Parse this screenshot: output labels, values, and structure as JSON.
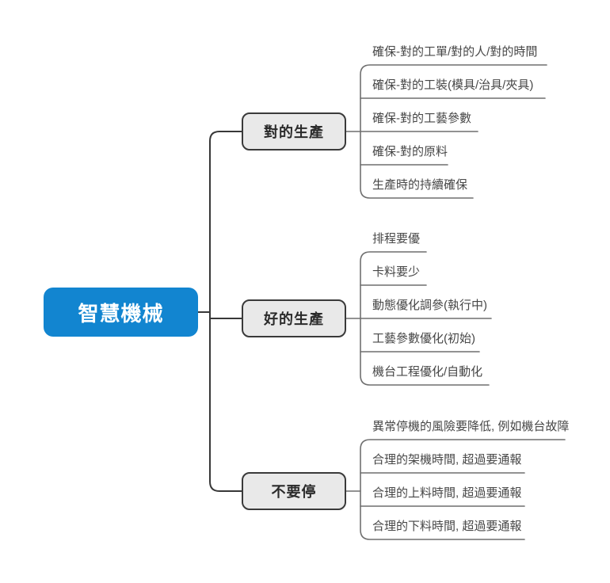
{
  "root": {
    "label": "智慧機械"
  },
  "branches": [
    {
      "label": "對的生產",
      "children": [
        "確保-對的工單/對的人/對的時間",
        "確保-對的工裝(模具/治具/夾具)",
        "確保-對的工藝參數",
        "確保-對的原料",
        "生產時的持續確保"
      ]
    },
    {
      "label": "好的生產",
      "children": [
        "排程要優",
        "卡料要少",
        "動態優化調參(執行中)",
        "工藝參數優化(初始)",
        "機台工程優化/自動化"
      ]
    },
    {
      "label": "不要停",
      "children": [
        "異常停機的風險要降低, 例如機台故障",
        "合理的架機時間, 超過要通報",
        "合理的上料時間, 超過要通報",
        "合理的下料時間, 超過要通報"
      ]
    }
  ],
  "colors": {
    "root_fill": "#1285d0",
    "root_text": "#ffffff",
    "branch_fill": "#e9e9e9",
    "branch_border": "#3a3a3a",
    "branch_text": "#2b2b2b",
    "main_connector": "#383838",
    "sub_connector": "#6f6f6f",
    "subtopic_text": "#474747",
    "background": "#ffffff"
  }
}
